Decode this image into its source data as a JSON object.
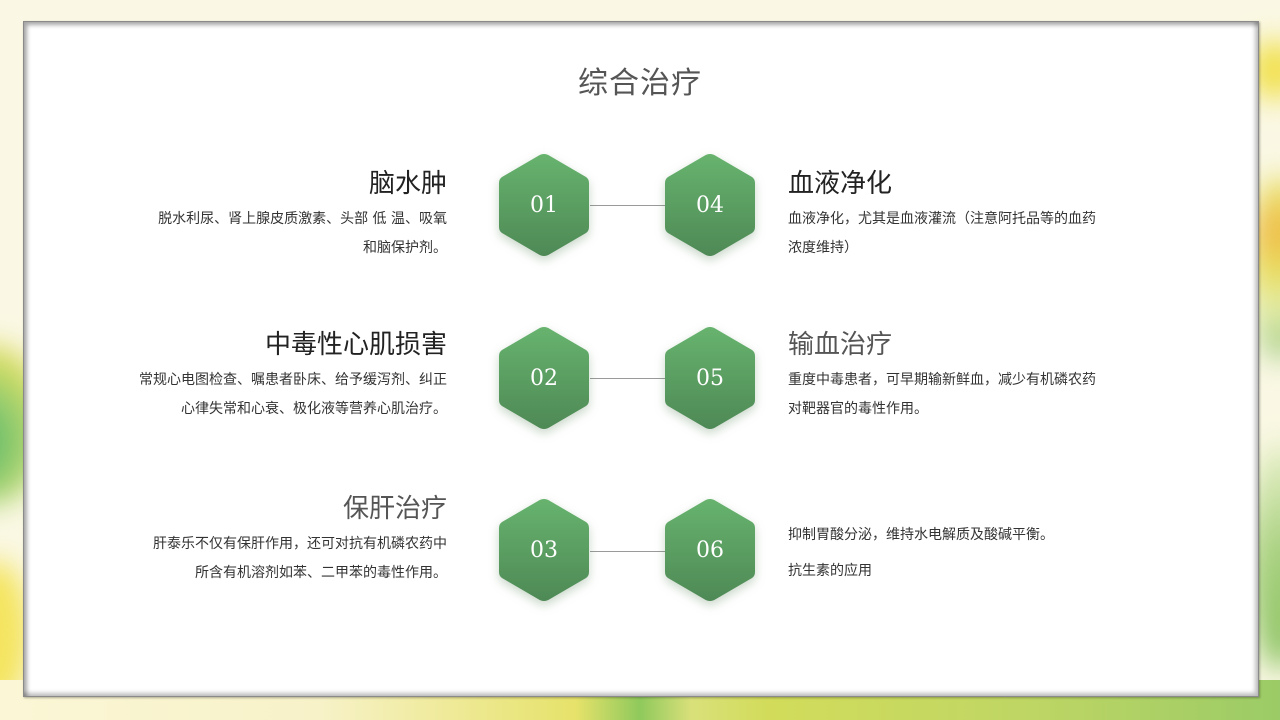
{
  "slide": {
    "title": "综合治疗",
    "accent_color": "#5a9e60",
    "connector_color": "#9a9a9a"
  },
  "items": [
    {
      "num": "01",
      "title": "脑水肿",
      "desc_lines": [
        "脱水利尿、肾上腺皮质激素、头部 低 温、吸氧",
        "和脑保护剂。"
      ]
    },
    {
      "num": "02",
      "title": "中毒性心肌损害",
      "desc_lines": [
        "常规心电图检查、嘱患者卧床、给予缓泻剂、纠正",
        "心律失常和心衰、极化液等营养心肌治疗。"
      ]
    },
    {
      "num": "03",
      "title": "保肝治疗",
      "desc_lines": [
        "肝泰乐不仅有保肝作用，还可对抗有机磷农药中",
        "所含有机溶剂如苯、二甲苯的毒性作用。"
      ]
    },
    {
      "num": "04",
      "title": "血液净化",
      "desc_lines": [
        "血液净化，尤其是血液灌流（注意阿托品等的血药",
        "浓度维持）"
      ]
    },
    {
      "num": "05",
      "title": "输血治疗",
      "desc_lines": [
        "重度中毒患者，可早期输新鲜血，减少有机磷农药",
        "对靶器官的毒性作用。"
      ]
    },
    {
      "num": "06",
      "title": "",
      "desc_lines": [
        "抑制胃酸分泌，维持水电解质及酸碱平衡。",
        "抗生素的应用"
      ]
    }
  ]
}
